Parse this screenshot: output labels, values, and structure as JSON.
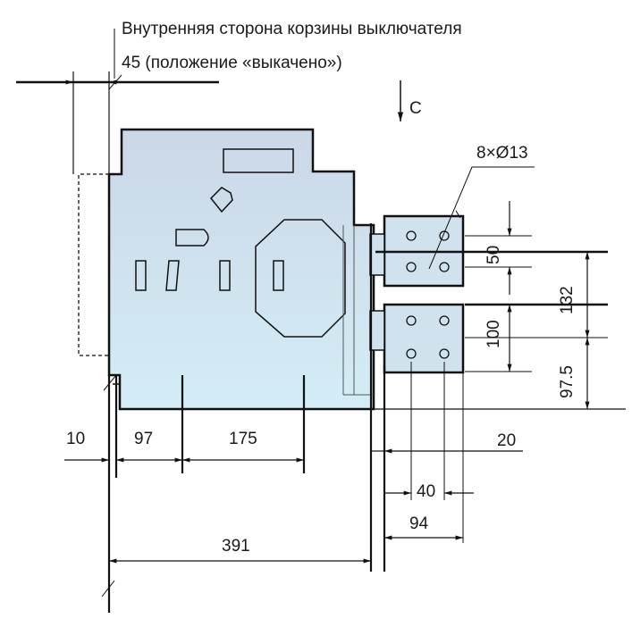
{
  "note_line1": "Внутренняя сторона корзины выключателя",
  "note_line2": "45 (положение «выкачено»)",
  "view_label": "C",
  "holes_label": "8×Ø13",
  "dims": {
    "d10": "10",
    "d97": "97",
    "d175": "175",
    "d391": "391",
    "d20": "20",
    "d40": "40",
    "d94": "94",
    "d50": "50",
    "d100": "100",
    "d132": "132",
    "d97_5": "97.5"
  },
  "colors": {
    "body_top": "#c9d6e6",
    "body_bottom": "#d6ecf6",
    "line": "#111111"
  }
}
